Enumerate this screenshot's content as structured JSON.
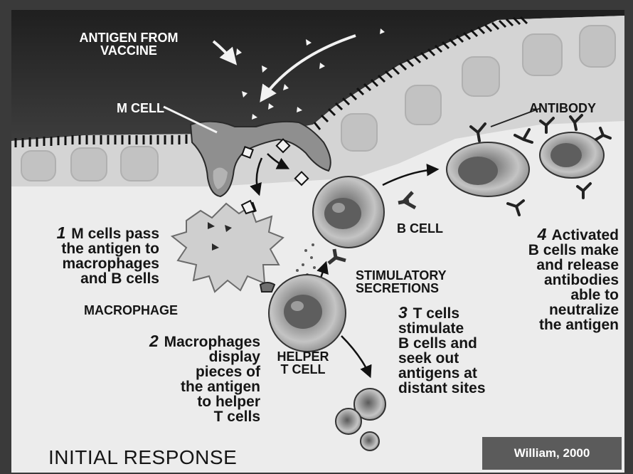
{
  "labels": {
    "antigen_from_vaccine": [
      "ANTIGEN FROM",
      "VACCINE"
    ],
    "m_cell": "M CELL",
    "antibody": "ANTIBODY",
    "b_cell": "B CELL",
    "macrophage": "MACROPHAGE",
    "stimulatory_secretions": [
      "STIMULATORY",
      "SECRETIONS"
    ],
    "helper_t_cell": [
      "HELPER",
      "T CELL"
    ]
  },
  "steps": [
    {
      "number": "1",
      "lines": [
        "M cells pass",
        "the antigen to",
        "macrophages",
        "and B cells"
      ]
    },
    {
      "number": "2",
      "lines": [
        "Macrophages",
        "display",
        "pieces of",
        "the antigen",
        "to helper",
        "T cells"
      ]
    },
    {
      "number": "3",
      "lines": [
        "T cells",
        "stimulate",
        "B cells and",
        "seek out",
        "antigens at",
        "distant sites"
      ]
    },
    {
      "number": "4",
      "lines": [
        "Activated",
        "B cells make",
        "and release",
        "antibodies",
        "able to",
        "neutralize",
        "the antigen"
      ]
    }
  ],
  "footer": {
    "title": "INITIAL RESPONSE",
    "credit": "William, 2000"
  },
  "colors": {
    "dark_region": "#2b2b2b",
    "light_region": "#e9e9e9",
    "cell_fill": "#bcbcbc",
    "credit_box": "#5b5b5b"
  }
}
